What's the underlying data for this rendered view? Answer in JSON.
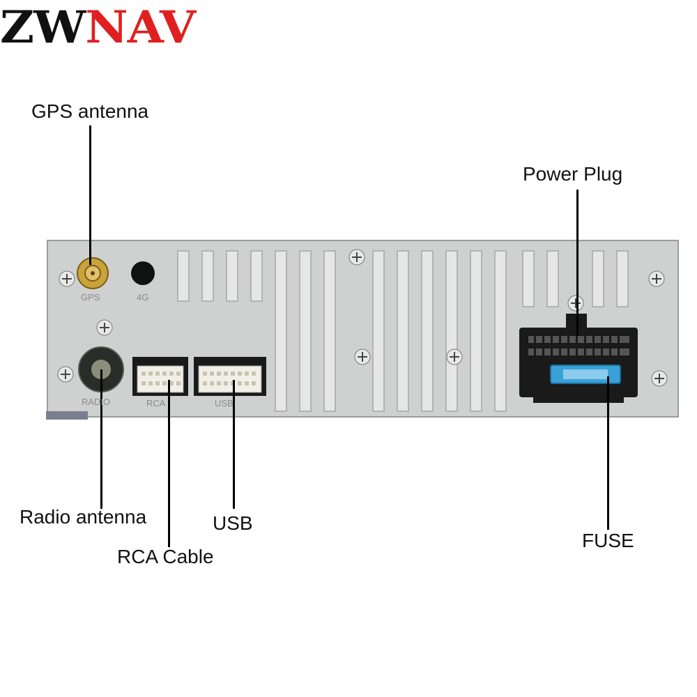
{
  "brand": {
    "part1": "ZW",
    "part2": "NAV"
  },
  "callouts": {
    "gps": "GPS antenna",
    "power": "Power Plug",
    "radio": "Radio antenna",
    "usb": "USB",
    "rca": "RCA Cable",
    "fuse": "FUSE"
  },
  "port_markings": {
    "gps": "GPS",
    "lte": "4G",
    "radio": "RADIO",
    "rca": "RCA",
    "usb": "USB"
  },
  "colors": {
    "brand_dark": "#111111",
    "brand_red": "#e02020",
    "panel": "#cfd0d0",
    "fuse": "#3aa0d8",
    "connector": "#1a1a1a"
  }
}
